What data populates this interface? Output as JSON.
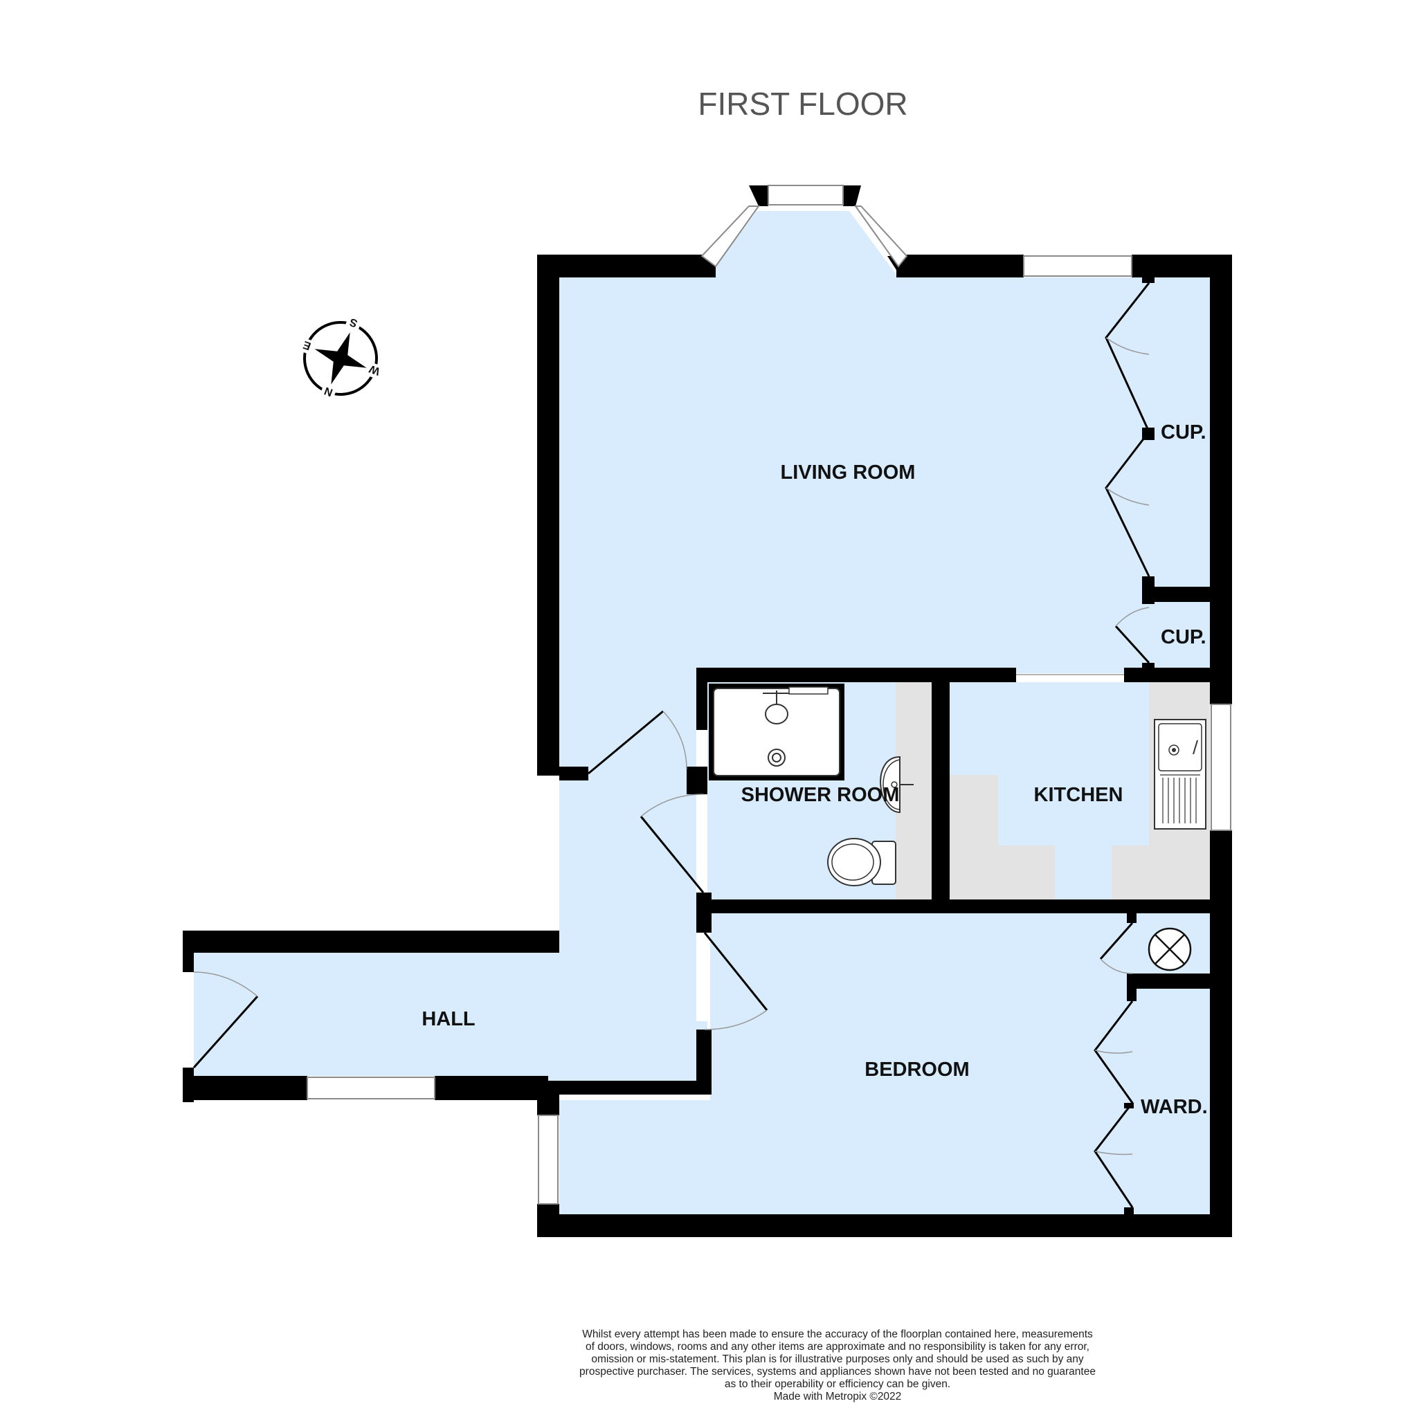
{
  "title": "FIRST FLOOR",
  "rooms": {
    "living_room": "LIVING ROOM",
    "cupboard_upper": "CUP.",
    "cupboard_lower": "CUP.",
    "shower_room": "SHOWER ROOM",
    "kitchen": "KITCHEN",
    "hall": "HALL",
    "bedroom": "BEDROOM",
    "wardrobe": "WARD."
  },
  "compass": {
    "n": "N",
    "s": "S",
    "e": "E",
    "w": "W"
  },
  "disclaimer": [
    "Whilst every attempt has been made to ensure the accuracy of the floorplan contained here, measurements",
    "of doors, windows, rooms and any other items are approximate and no responsibility is taken for any error,",
    "omission or mis-statement. This plan is for illustrative purposes only and should be used as such by any",
    "prospective purchaser. The services, systems and appliances shown have not been tested and no guarantee",
    "as to their operability or efficiency can be given.",
    "Made with Metropix ©2022"
  ],
  "colors": {
    "floor": "#d8ecfd",
    "wall": "#000000",
    "fitted_units": "#e3e3e3"
  }
}
